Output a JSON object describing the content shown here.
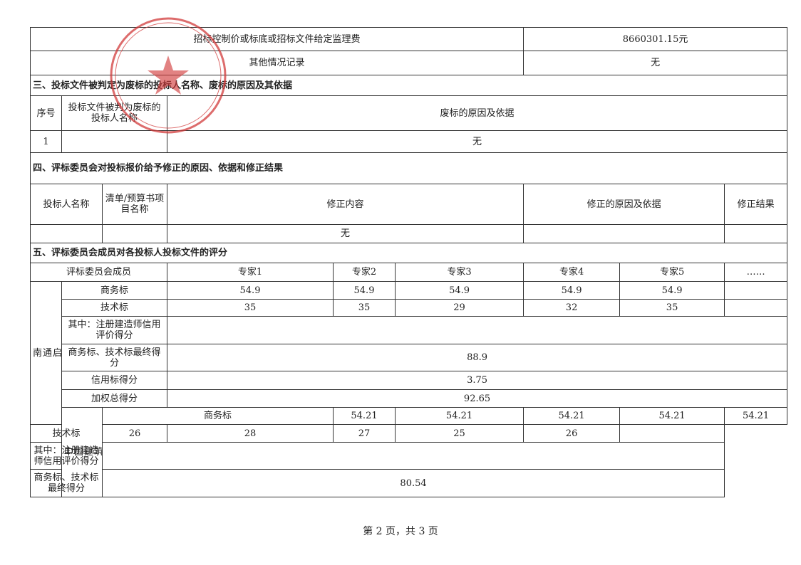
{
  "rows_top": {
    "control_price_label": "招标控制价或标底或招标文件给定监理费",
    "control_price_value": "8660301.15元",
    "other_label": "其他情况记录",
    "other_value": "无"
  },
  "section3": {
    "heading": "三、投标文件被判定为废标的投标人名称、废标的原因及其依据",
    "col_no": "序号",
    "col_bidder": "投标文件被判为废标的投标人名称",
    "col_reason": "废标的原因及依据",
    "row_no": "1",
    "row_value": "无"
  },
  "section4": {
    "heading": "四、评标委员会对投标报价给予修正的原因、依据和修正结果",
    "col_bidder": "投标人名称",
    "col_item": "清单/预算书项目名称",
    "col_content": "修正内容",
    "col_reason": "修正的原因及依据",
    "col_result": "修正结果",
    "row_content": "无"
  },
  "section5": {
    "heading": "五、评标委员会成员对各投标人投标文件的评分",
    "members_label": "评标委员会成员",
    "experts": [
      "专家1",
      "专家2",
      "专家3",
      "专家4",
      "专家5",
      "……"
    ],
    "row_labels": {
      "business": "商务标",
      "technical": "技术标",
      "registered": "其中：注册建造师信用评价得分",
      "final": "商务标、技术标最终得分",
      "credit": "信用标得分",
      "weighted": "加权总得分"
    },
    "bidder1": {
      "name": "南通启益建设集团有限公司",
      "business": [
        "54.9",
        "54.9",
        "54.9",
        "54.9",
        "54.9",
        ""
      ],
      "technical": [
        "35",
        "35",
        "29",
        "32",
        "35",
        ""
      ],
      "final": "88.9",
      "credit": "3.75",
      "weighted": "92.65"
    },
    "bidder2": {
      "name": "中国建筑技术集团有限",
      "business": [
        "54.21",
        "54.21",
        "54.21",
        "54.21",
        "54.21",
        ""
      ],
      "technical": [
        "26",
        "28",
        "27",
        "25",
        "26",
        ""
      ],
      "final": "80.54"
    }
  },
  "footer": "第 2 页，共 3 页",
  "stamp_color": "#d23b3b"
}
